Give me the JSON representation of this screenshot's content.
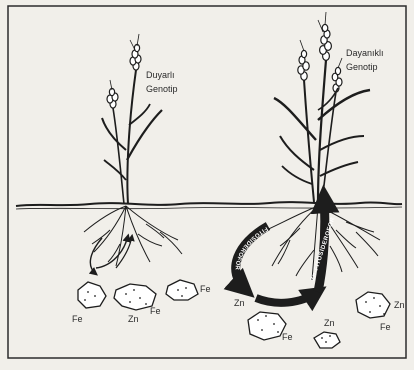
{
  "labels": {
    "left_genotype_line1": "Duyarlı",
    "left_genotype_line2": "Genotip",
    "right_genotype_line1": "Dayanıklı",
    "right_genotype_line2": "Genotip",
    "phyto_arrow_1": "FITOSIDEROFOR",
    "phyto_arrow_2": "Zn-FITOSIDEROFOR"
  },
  "minerals": {
    "left": [
      {
        "name": "Fe"
      },
      {
        "name": "Zn"
      },
      {
        "name": "Fe"
      },
      {
        "name": "Fe"
      }
    ],
    "right": [
      {
        "name": "Zn"
      },
      {
        "name": "Fe"
      },
      {
        "name": "Zn"
      },
      {
        "name": "Zn"
      },
      {
        "name": "Fe"
      }
    ]
  },
  "colors": {
    "ink": "#1d1d1d",
    "background": "#f1efea"
  }
}
